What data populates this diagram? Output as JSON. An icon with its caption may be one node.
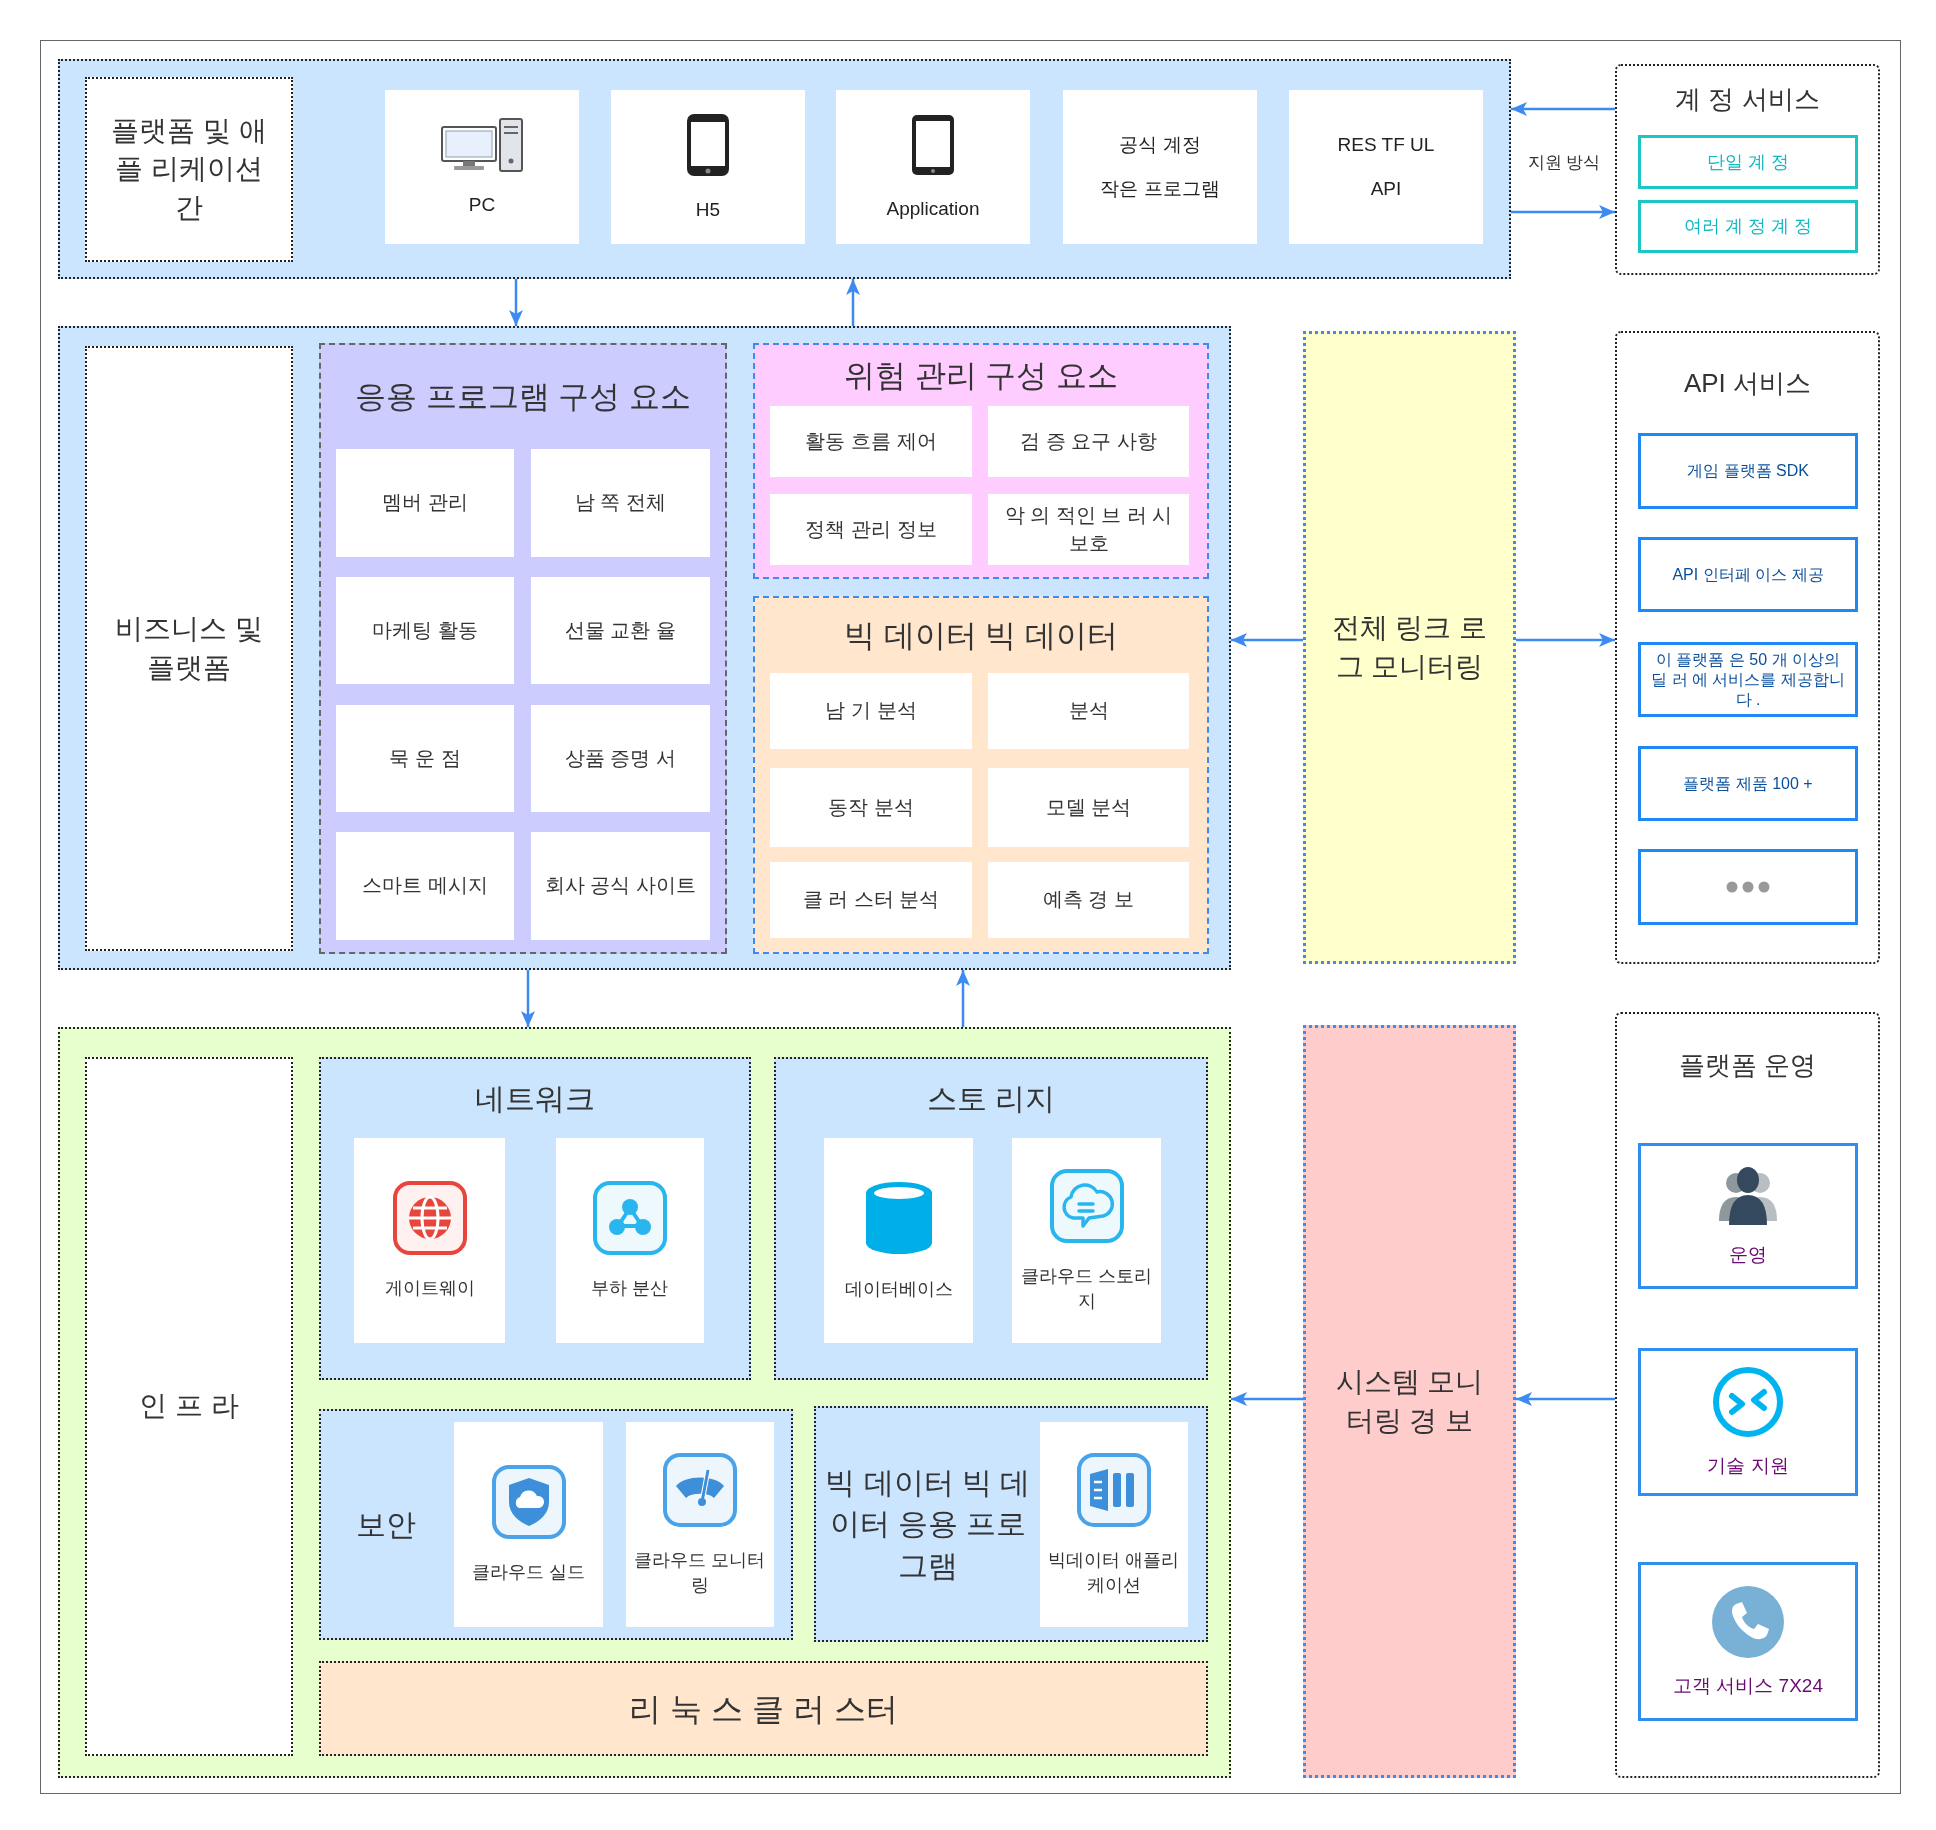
{
  "diagram": {
    "nodes": [
      {
        "text": [],
        "shape": "box"
      },
      {
        "text": [
          "플랫폼 및 애플 리케이션 간"
        ],
        "in": 0
      },
      {
        "text": [
          "PC"
        ],
        "in": 0
      },
      {
        "text": [
          "H5"
        ],
        "in": 0
      },
      {
        "text": [
          "Application"
        ],
        "in": 0
      },
      {
        "text": [
          "공식 계정",
          "작은 프로그램"
        ],
        "in": 0
      },
      {
        "text": [
          "RES TF UL",
          "API"
        ],
        "in": 0
      },
      {
        "text": [
          "계 정 서비스"
        ]
      },
      {
        "text": [
          "단일 계 정"
        ],
        "in": 7
      },
      {
        "text": [
          "여러 계 정 계 정"
        ],
        "in": 7
      },
      {
        "text": [],
        "shape": "box"
      },
      {
        "text": [
          "비즈니스 및 플랫폼"
        ],
        "in": 10
      },
      {
        "text": [
          "응용 프로그램 구성 요소"
        ],
        "in": 10
      },
      {
        "text": [
          "멤버 관리"
        ],
        "in": 12
      },
      {
        "text": [
          "남 쪽 전체"
        ],
        "in": 12
      },
      {
        "text": [
          "마케팅 활동"
        ],
        "in": 12
      },
      {
        "text": [
          "선물 교환 율"
        ],
        "in": 12
      },
      {
        "text": [
          "묵 운 점"
        ],
        "in": 12
      },
      {
        "text": [
          "상품 증명 서"
        ],
        "in": 12
      },
      {
        "text": [
          "스마트 메시지"
        ],
        "in": 12
      },
      {
        "text": [
          "회사 공식 사이트"
        ],
        "in": 12
      },
      {
        "text": [
          "위험 관리 구성 요소"
        ],
        "in": 10
      },
      {
        "text": [
          "활동 흐름 제어"
        ],
        "in": 21
      },
      {
        "text": [
          "검 증 요구 사항"
        ],
        "in": 21
      },
      {
        "text": [
          "정책 관리 정보"
        ],
        "in": 21
      },
      {
        "text": [
          "악 의 적인 브 러 시 보호"
        ],
        "in": 21
      },
      {
        "text": [
          "빅 데이터 빅 데이터"
        ],
        "in": 10
      },
      {
        "text": [
          "남 기 분석"
        ],
        "in": 26
      },
      {
        "text": [
          "분석"
        ],
        "in": 26
      },
      {
        "text": [
          "동작 분석"
        ],
        "in": 26
      },
      {
        "text": [
          "모델 분석"
        ],
        "in": 26
      },
      {
        "text": [
          "클 러 스터 분석"
        ],
        "in": 26
      },
      {
        "text": [
          "예측 경 보"
        ],
        "in": 26
      },
      {
        "text": [
          "전체 링크 로그 모니터링"
        ]
      },
      {
        "text": [
          "API 서비스"
        ]
      },
      {
        "text": [
          "게임 플랫폼 SDK"
        ],
        "in": 34
      },
      {
        "text": [
          "API 인터페 이스 제공"
        ],
        "in": 34
      },
      {
        "text": [
          "이 플랫폼 은 50 개 이상의 딜 러 에 서비스를 제공합니다 ."
        ],
        "in": 34
      },
      {
        "text": [
          "플랫폼 제품 100 +"
        ],
        "in": 34
      },
      {
        "text": [],
        "shape": "box",
        "in": 34
      },
      {
        "text": [],
        "shape": "box"
      },
      {
        "text": [
          "인 프 라"
        ],
        "in": 40
      },
      {
        "text": [
          "네트워크"
        ],
        "in": 40
      },
      {
        "text": [
          "게이트웨이"
        ],
        "in": 42
      },
      {
        "text": [
          "부하 분산"
        ],
        "in": 42
      },
      {
        "text": [
          "스토 리지"
        ],
        "in": 40
      },
      {
        "text": [
          "데이터베이스"
        ],
        "in": 45
      },
      {
        "text": [
          "클라우드 스토리지"
        ],
        "in": 45
      },
      {
        "text": [
          "보안"
        ],
        "in": 40
      },
      {
        "text": [
          "클라우드 실드"
        ],
        "in": 48
      },
      {
        "text": [
          "클라우드 모니터링"
        ],
        "in": 48
      },
      {
        "text": [
          "빅 데이터 빅 데이터 응용 프로그램"
        ],
        "in": 40
      },
      {
        "text": [
          "빅데이터 애플리케이션"
        ],
        "in": 51
      },
      {
        "text": [
          "리 눅 스 클 러 스터"
        ],
        "in": 40
      },
      {
        "text": [
          "시스템 모니터링 경 보"
        ]
      },
      {
        "text": [
          "플랫폼 운영"
        ]
      },
      {
        "text": [
          "운영"
        ],
        "in": 55
      },
      {
        "text": [
          "기술 지원"
        ],
        "in": 55
      },
      {
        "text": [
          "고객 서비스 7X24"
        ],
        "in": 55
      }
    ],
    "edges": [
      {
        "from": 7,
        "to": 0,
        "arrow": "to"
      },
      {
        "from": 0,
        "to": 7,
        "arrow": "to"
      },
      {
        "from": 0,
        "to": 10,
        "arrow": "to"
      },
      {
        "from": 10,
        "to": 0,
        "arrow": "to"
      },
      {
        "from": 33,
        "to": 10,
        "arrow": "to"
      },
      {
        "from": 33,
        "to": 34,
        "arrow": "to"
      },
      {
        "from": 10,
        "to": 40,
        "arrow": "to"
      },
      {
        "from": 40,
        "to": 10,
        "arrow": "to"
      },
      {
        "from": 54,
        "to": 40,
        "arrow": "to"
      },
      {
        "from": 55,
        "to": 54,
        "arrow": "to"
      }
    ],
    "labels": [
      "지원 방식"
    ]
  }
}
